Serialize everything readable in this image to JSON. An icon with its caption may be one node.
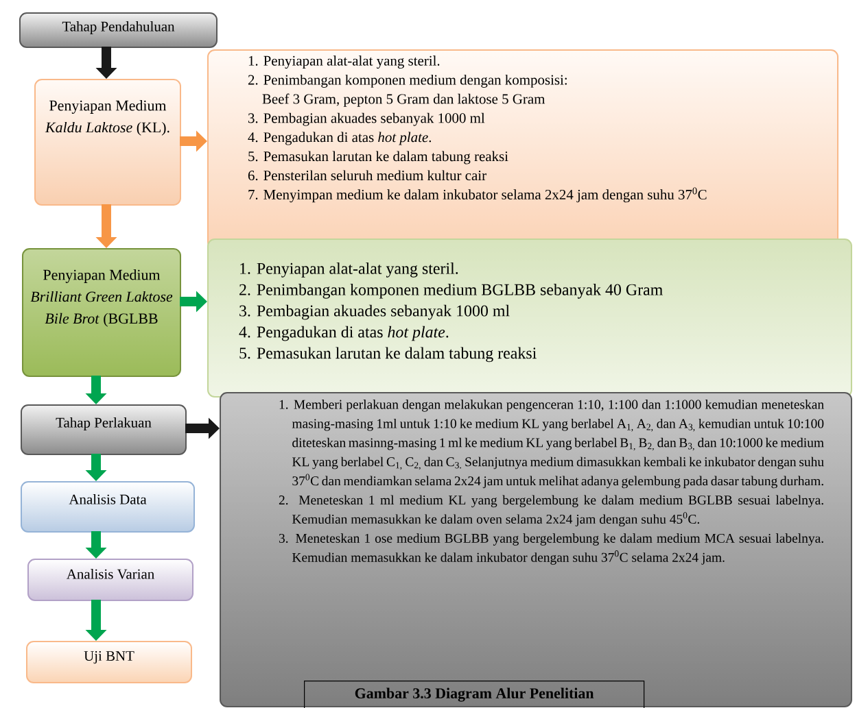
{
  "diagram": {
    "caption": "Gambar 3.3 Diagram Alur Penelitian",
    "nodes": [
      {
        "text": [
          "Tahap Pendahuluan"
        ]
      },
      {
        "text": [
          "Penyiapan Medium *Kaldu Laktose* (KL)."
        ]
      },
      {
        "text": [
          "1. Penyiapan alat-alat yang steril.",
          "2. Penimbangan komponen medium dengan komposisi:",
          "Beef 3 Gram, pepton 5 Gram dan laktose 5 Gram",
          "3. Pembagian akuades sebanyak 1000 ml",
          "4. Pengadukan di atas *hot plate*.",
          "5. Pemasukan larutan ke dalam tabung reaksi",
          "6. Pensterilan seluruh medium kultur cair",
          "7. Menyimpan medium ke dalam inkubator selama 2x24 jam dengan suhu 37$^{0}$C"
        ]
      },
      {
        "text": [
          "Penyiapan Medium *Brilliant Green Laktose Bile Brot* (BGLBB"
        ]
      },
      {
        "text": [
          "1. Penyiapan alat-alat yang steril.",
          "2. Penimbangan komponen medium BGLBB sebanyak 40 Gram",
          "3. Pembagian akuades sebanyak 1000 ml",
          "4. Pengadukan di atas *hot plate*.",
          "5. Pemasukan larutan ke dalam tabung reaksi"
        ]
      },
      {
        "text": [
          "Tahap Perlakuan"
        ]
      },
      {
        "text": [
          "1. Memberi perlakuan dengan melakukan pengenceran 1:10, 1:100 dan 1:1000 kemudian meneteskan masing-masing 1ml untuk 1:10 ke medium KL yang berlabel A$_{1,}$ A$_{2,}$ dan A$_{3,}$ kemudian untuk 10:100 diteteskan masinng-masing 1 ml ke medium KL yang berlabel B$_{1,}$ B$_{2,}$ dan B$_{3,}$ dan 10:1000 ke medium KL yang berlabel C$_{1,}$ C$_{2,}$ dan C$_{3.}$ Selanjutnya medium dimasukkan kembali ke inkubator dengan suhu 37$^{0}$C dan mendiamkan selama 2x24 jam untuk melihat adanya gelembung pada dasar tabung durham.",
          "2. Meneteskan 1 ml medium KL yang bergelembung ke dalam medium BGLBB sesuai labelnya. Kemudian memasukkan ke dalam oven selama 2x24 jam dengan suhu 45$^{0}$C.",
          "3. Meneteskan 1 ose medium BGLBB yang bergelembung ke dalam medium MCA sesuai labelnya. Kemudian memasukkan ke dalam inkubator dengan suhu 37$^{0}$C selama 2x24 jam."
        ]
      },
      {
        "text": [
          "Analisis Data"
        ]
      },
      {
        "text": [
          "Analisis Varian"
        ]
      },
      {
        "text": [
          "Uji BNT"
        ]
      }
    ],
    "edges": [
      {
        "from": 0,
        "to": 1,
        "arrow": "to",
        "color": "#1a1a1a"
      },
      {
        "from": 1,
        "to": 2,
        "arrow": "to",
        "color": "#f79646"
      },
      {
        "from": 1,
        "to": 3,
        "arrow": "to",
        "color": "#f79646"
      },
      {
        "from": 3,
        "to": 4,
        "arrow": "to"
      },
      {
        "from": 3,
        "to": 5,
        "arrow": "to"
      },
      {
        "from": 5,
        "to": 6,
        "arrow": "to",
        "color": "#1a1a1a"
      },
      {
        "from": 5,
        "to": 7,
        "arrow": "to"
      },
      {
        "from": 7,
        "to": 8,
        "arrow": "to"
      },
      {
        "from": 8,
        "to": 9,
        "arrow": "to"
      }
    ]
  }
}
